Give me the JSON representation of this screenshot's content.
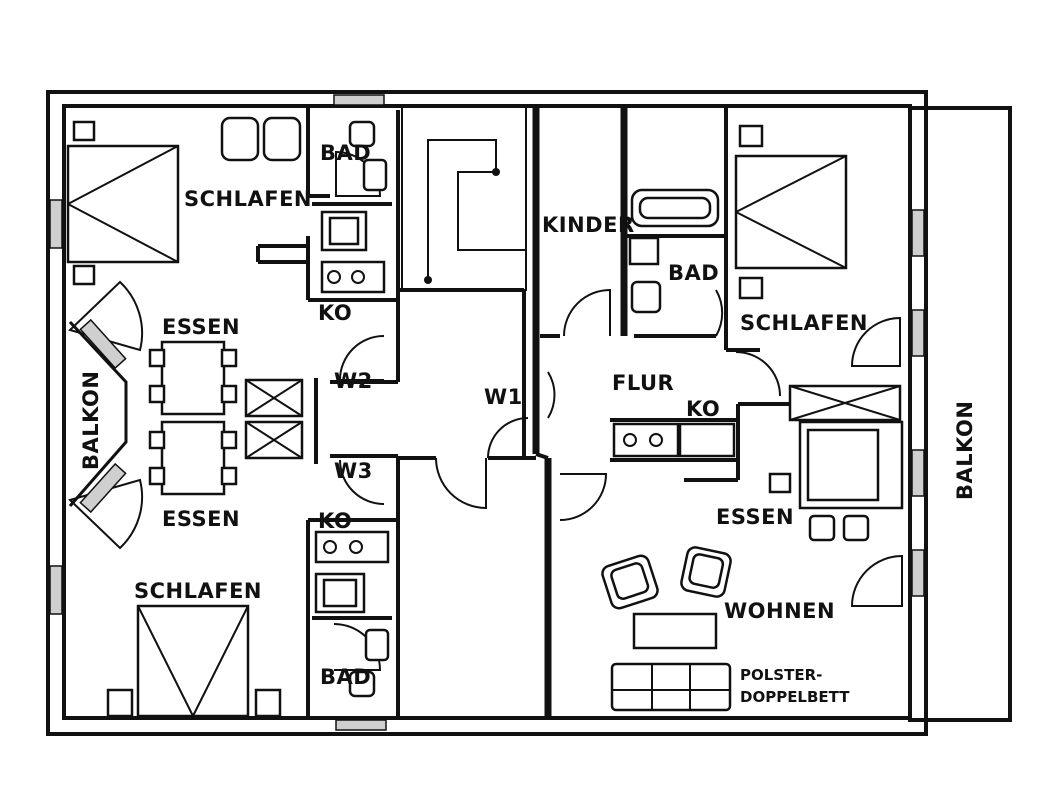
{
  "labels": {
    "schlafen_top_left": "SCHLAFEN",
    "bad_top_left": "BAD",
    "ko_top_left": "KO",
    "essen_upper_left": "ESSEN",
    "essen_lower_left": "ESSEN",
    "w2": "W2",
    "w3": "W3",
    "w1": "W1",
    "ko_bottom_left": "KO",
    "schlafen_bottom_left": "SCHLAFEN",
    "bad_bottom_left": "BAD",
    "balkon_left": "BALKON",
    "kinder": "KINDER",
    "bad_right": "BAD",
    "schlafen_right": "SCHLAFEN",
    "flur": "FLUR",
    "ko_right": "KO",
    "essen_right": "ESSEN",
    "wohnen": "WOHNEN",
    "polster_line1": "POLSTER-",
    "polster_line2": "DOPPELBETT",
    "balkon_right": "BALKON"
  }
}
